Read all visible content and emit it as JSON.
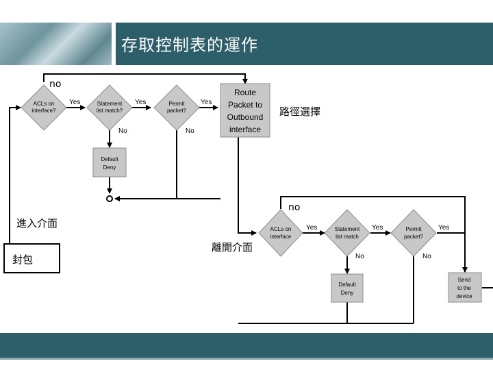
{
  "title": "存取控制表的運作",
  "labels": {
    "no_top": "no",
    "no_mid": "no",
    "route_select": "路徑選擇",
    "enter_iface": "進入介面",
    "leave_iface": "離開介面",
    "encapsulate": "封包"
  },
  "in_flow": {
    "acl": [
      "ACLs on",
      "interface?"
    ],
    "stmt": [
      "Statement",
      "list match?"
    ],
    "permit": [
      "Permit",
      "packet?"
    ],
    "deny": [
      "Default",
      "Deny"
    ],
    "route": [
      "Route",
      "Packet to",
      "Outbound",
      "interface"
    ],
    "yes1": "Yes",
    "yes2": "Yes",
    "yes3": "Yes",
    "no1": "No",
    "no2": "No"
  },
  "out_flow": {
    "acl": [
      "ACLs on",
      "interface"
    ],
    "stmt": [
      "Statement",
      "list match"
    ],
    "permit": [
      "Permit",
      "packet?"
    ],
    "deny": [
      "Default",
      "Deny"
    ],
    "send": [
      "Send",
      "to the",
      "device"
    ],
    "yes1": "Yes",
    "yes2": "Yes",
    "yes3": "Yes",
    "no1": "No",
    "no2": "No"
  },
  "colors": {
    "banner": "#2d5f6b",
    "shape_fill": "#c8c8c8",
    "shape_stroke": "#8c8c8c",
    "line": "#000000"
  }
}
